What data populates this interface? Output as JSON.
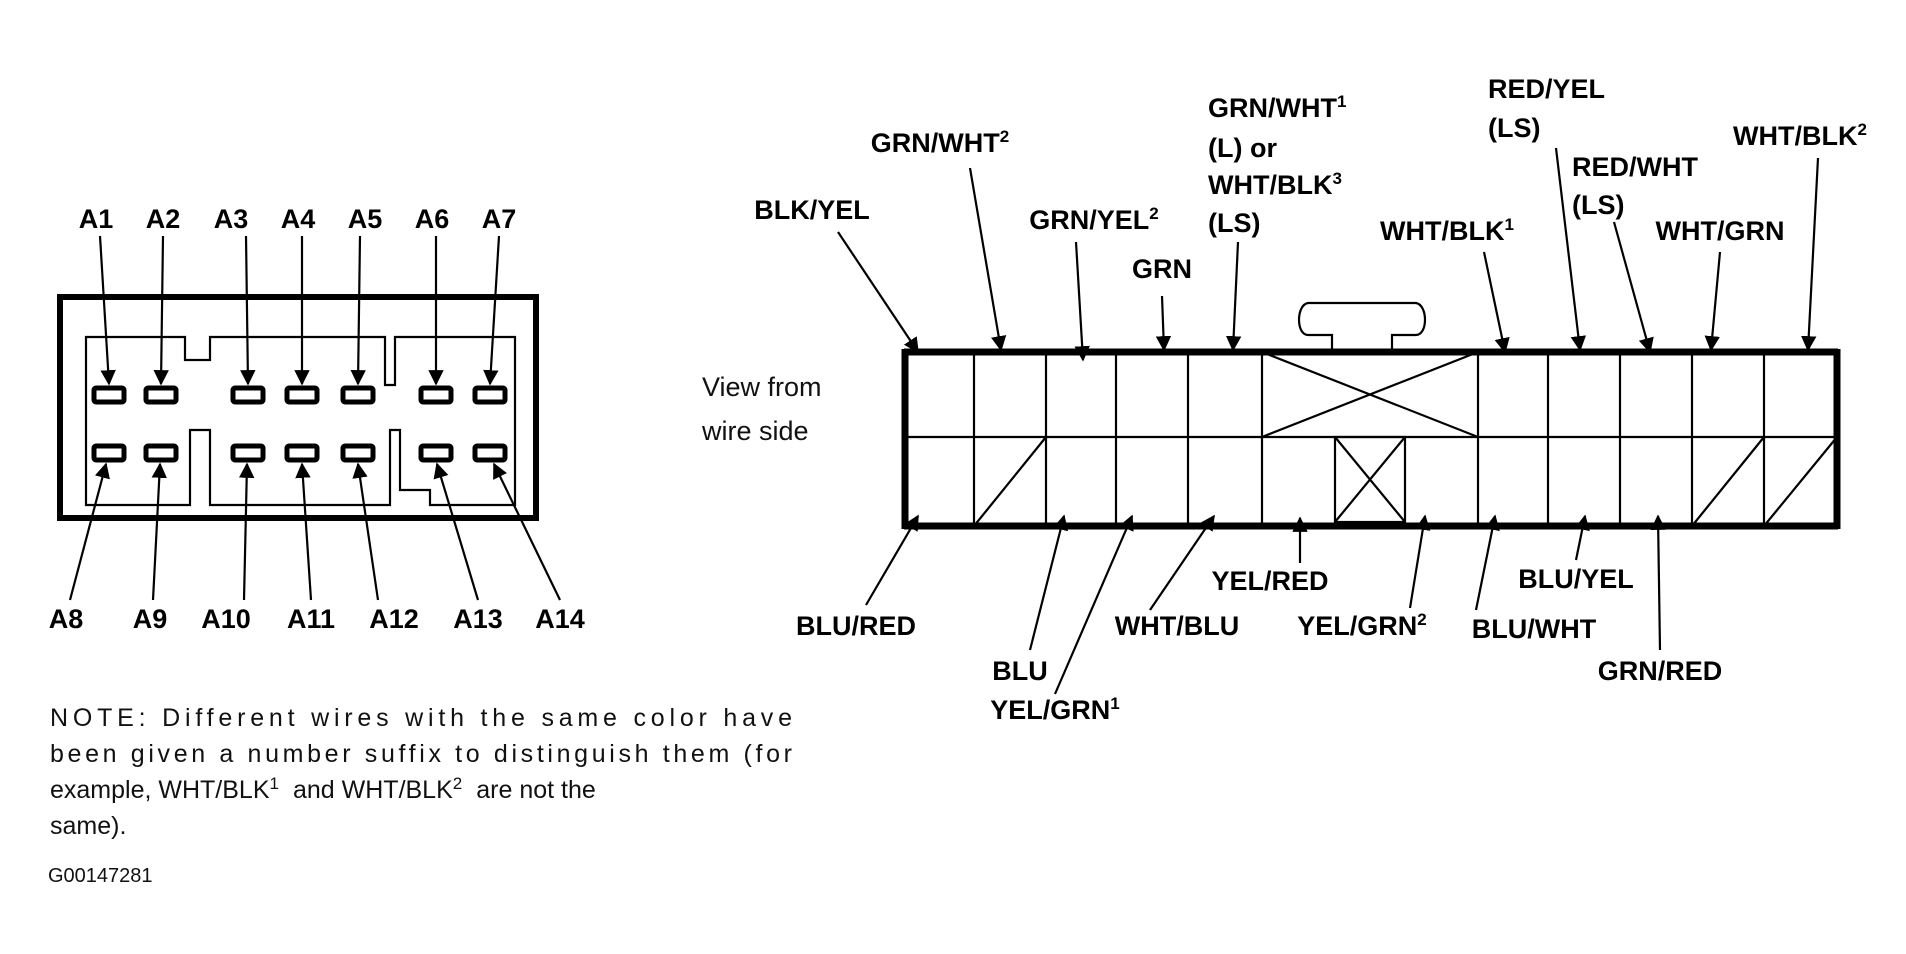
{
  "left_connector": {
    "top_pins": [
      "A1",
      "A2",
      "A3",
      "A4",
      "A5",
      "A6",
      "A7"
    ],
    "bottom_pins": [
      "A8",
      "A9",
      "A10",
      "A11",
      "A12",
      "A13",
      "A14"
    ]
  },
  "right_connector": {
    "view_note": [
      "View from",
      "wire side"
    ],
    "wires": {
      "blk_yel": "BLK/YEL",
      "grn_wht2": "GRN/WHT",
      "grn_wht2_sup": "2",
      "grn_yel2": "GRN/YEL",
      "grn_yel2_sup": "2",
      "grn": "GRN",
      "grn_wht1_l1": "GRN/WHT",
      "grn_wht1_sup": "1",
      "grn_wht1_l2": "(L) or",
      "grn_wht1_l3": "WHT/BLK",
      "grn_wht1_l3_sup": "3",
      "grn_wht1_l4": "(LS)",
      "wht_blk1": "WHT/BLK",
      "wht_blk1_sup": "1",
      "red_yel_l1": "RED/YEL",
      "red_yel_l2": "(LS)",
      "red_wht_l1": "RED/WHT",
      "red_wht_l2": "(LS)",
      "wht_grn": "WHT/GRN",
      "wht_blk2": "WHT/BLK",
      "wht_blk2_sup": "2",
      "blu_red": "BLU/RED",
      "blu": "BLU",
      "yel_grn1": "YEL/GRN",
      "yel_grn1_sup": "1",
      "wht_blu": "WHT/BLU",
      "yel_red": "YEL/RED",
      "yel_grn2": "YEL/GRN",
      "yel_grn2_sup": "2",
      "blu_wht": "BLU/WHT",
      "blu_yel": "BLU/YEL",
      "grn_red": "GRN/RED"
    }
  },
  "note": {
    "lines": [
      "NOTE: Different wires with the same color have",
      "been given a number suffix to distinguish them (for",
      "example, WHT/BLK",
      "and WHT/BLK",
      "are not the",
      "same)."
    ],
    "sup1": "1",
    "sup2": "2"
  },
  "figure_code": "G00147281"
}
